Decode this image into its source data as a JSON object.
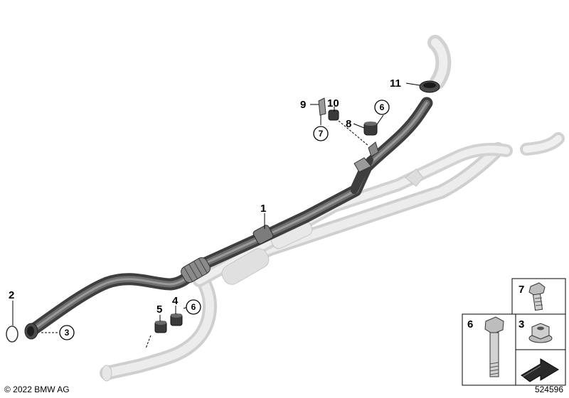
{
  "callouts": {
    "part_1": "1",
    "part_2": "2",
    "part_3": "3",
    "part_4": "4",
    "part_5": "5",
    "part_6_lower": "6",
    "part_6_upper": "6",
    "part_7_upper": "7",
    "part_8": "8",
    "part_9": "9",
    "part_10": "10",
    "part_11": "11"
  },
  "parts_table": {
    "bolt_short_label": "7",
    "bolt_long_label": "6",
    "nut_label": "3"
  },
  "footer": {
    "copyright": "© 2022 BMW AG",
    "diagram_number": "524596"
  },
  "colors": {
    "pipe_dark": "#5c5c5c",
    "pipe_ghost": "#d8d8d8",
    "line": "#000000"
  }
}
